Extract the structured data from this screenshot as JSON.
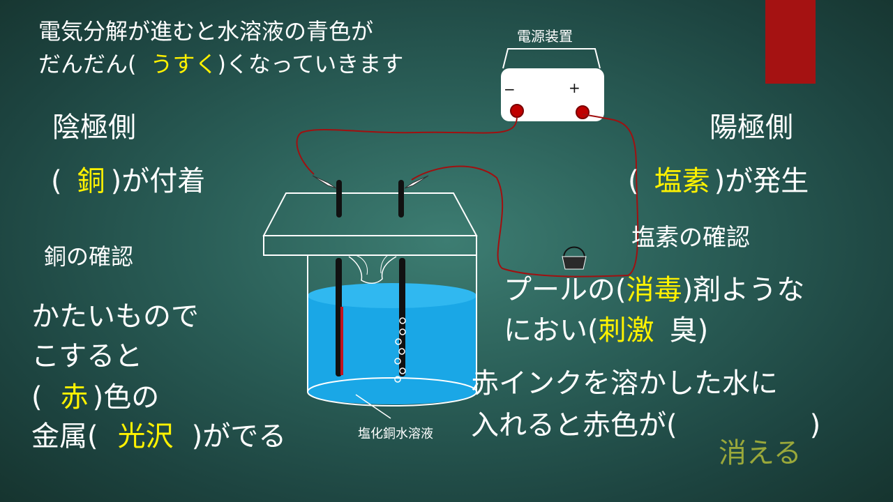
{
  "intro": {
    "line1": "電気分解が進むと水溶液の青色が",
    "line2_prefix": "だんだん(",
    "line2_answer": "うすく",
    "line2_suffix": ")くなっていきます"
  },
  "power_supply": {
    "label": "電源装置",
    "minus": "−",
    "plus": "+"
  },
  "solution_label": "塩化銅水溶液",
  "cathode": {
    "heading": "陰極側",
    "result_open": "(",
    "result_answer": "銅",
    "result_close": ")が付着",
    "check_heading": "銅の確認",
    "check_line1": "かたいもので",
    "check_line2": "こすると",
    "color_open": "(",
    "color_answer": "赤",
    "color_close": ")色の",
    "luster_prefix": "金属(",
    "luster_answer": "光沢",
    "luster_suffix": ")がでる"
  },
  "anode": {
    "heading": "陽極側",
    "result_open": "(",
    "result_answer": "塩素",
    "result_close": ")が発生",
    "check_heading": "塩素の確認",
    "smell_prefix": "プールの(",
    "smell_answer": "消毒",
    "smell_suffix": ")剤ような",
    "odor_prefix": "におい(",
    "odor_answer": "刺激",
    "odor_suffix": "臭)",
    "ink_line1": "赤インクを溶かした水に",
    "ink_line2_prefix": "入れると赤色が(",
    "ink_line2_suffix": ")",
    "ink_answer": "消える"
  },
  "colors": {
    "answer": "#fff200",
    "answer_alt": "#9aa83a",
    "wire": "#a01010",
    "solution": "#1aa7e6",
    "accent_bar": "#a51212"
  }
}
